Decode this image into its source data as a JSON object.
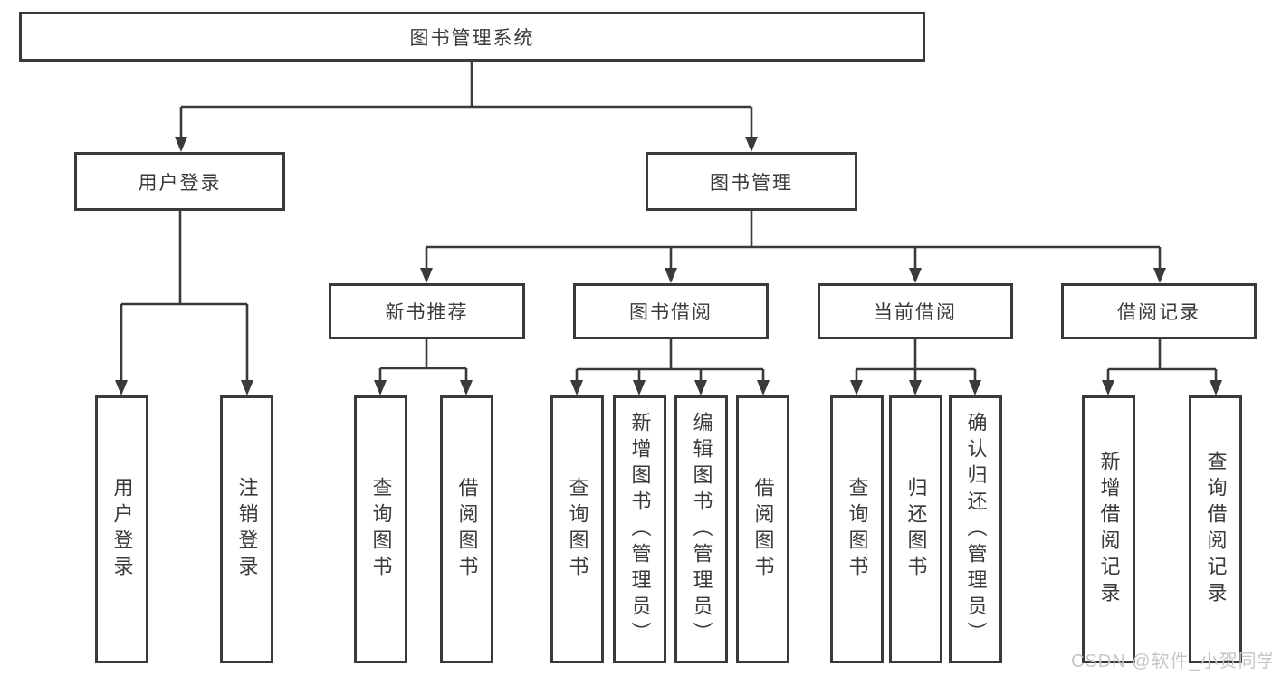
{
  "diagram_type": "hierarchy-tree",
  "title": "图书管理系统",
  "watermark": "CSDN @软件_小贺同学",
  "colors": {
    "line": "#3a3a3a",
    "text": "#3a3a3a",
    "box_background": "#ffffff",
    "watermark": "#c6c6c6"
  },
  "nodes": {
    "root": "图书管理系统",
    "level2": [
      "用户登录",
      "图书管理"
    ],
    "level3": [
      "新书推荐",
      "图书借阅",
      "当前借阅",
      "借阅记录"
    ],
    "leaves": [
      "用户登录",
      "注销登录",
      "查询图书",
      "借阅图书",
      "查询图书",
      "新增图书（管理员）",
      "编辑图书（管理员）",
      "借阅图书",
      "查询图书",
      "归还图书",
      "确认归还（管理员）",
      "新增借阅记录",
      "查询借阅记录"
    ]
  },
  "hierarchy": {
    "图书管理系统": [
      "用户登录",
      "图书管理"
    ],
    "用户登录": [
      "用户登录",
      "注销登录"
    ],
    "图书管理": [
      "新书推荐",
      "图书借阅",
      "当前借阅",
      "借阅记录"
    ],
    "新书推荐": [
      "查询图书",
      "借阅图书"
    ],
    "图书借阅": [
      "查询图书",
      "新增图书（管理员）",
      "编辑图书（管理员）",
      "借阅图书"
    ],
    "当前借阅": [
      "查询图书",
      "归还图书",
      "确认归还（管理员）"
    ],
    "借阅记录": [
      "新增借阅记录",
      "查询借阅记录"
    ]
  }
}
